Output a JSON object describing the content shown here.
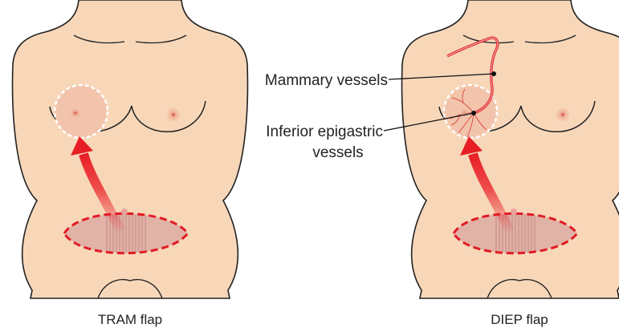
{
  "colors": {
    "skin": "#f8d7b9",
    "outline": "#222222",
    "flap_fill": "#d9a5a0",
    "flap_dash": "#e01b24",
    "arrow": "#e81e25",
    "vessel": "#e0202a",
    "areola": "#f2b59a"
  },
  "figures": [
    {
      "id": "tram",
      "caption": "TRAM flap"
    },
    {
      "id": "diep",
      "caption": "DIEP flap"
    }
  ],
  "labels": {
    "mammary": "Mammary vessels",
    "inferior_line1": "Inferior epigastric",
    "inferior_line2": "vessels"
  },
  "icons": {
    "flap_arrow": "curved-arrow-icon",
    "transplanted_flap": "dashed-circle-icon",
    "abdominal_flap": "dashed-ellipse-icon"
  }
}
